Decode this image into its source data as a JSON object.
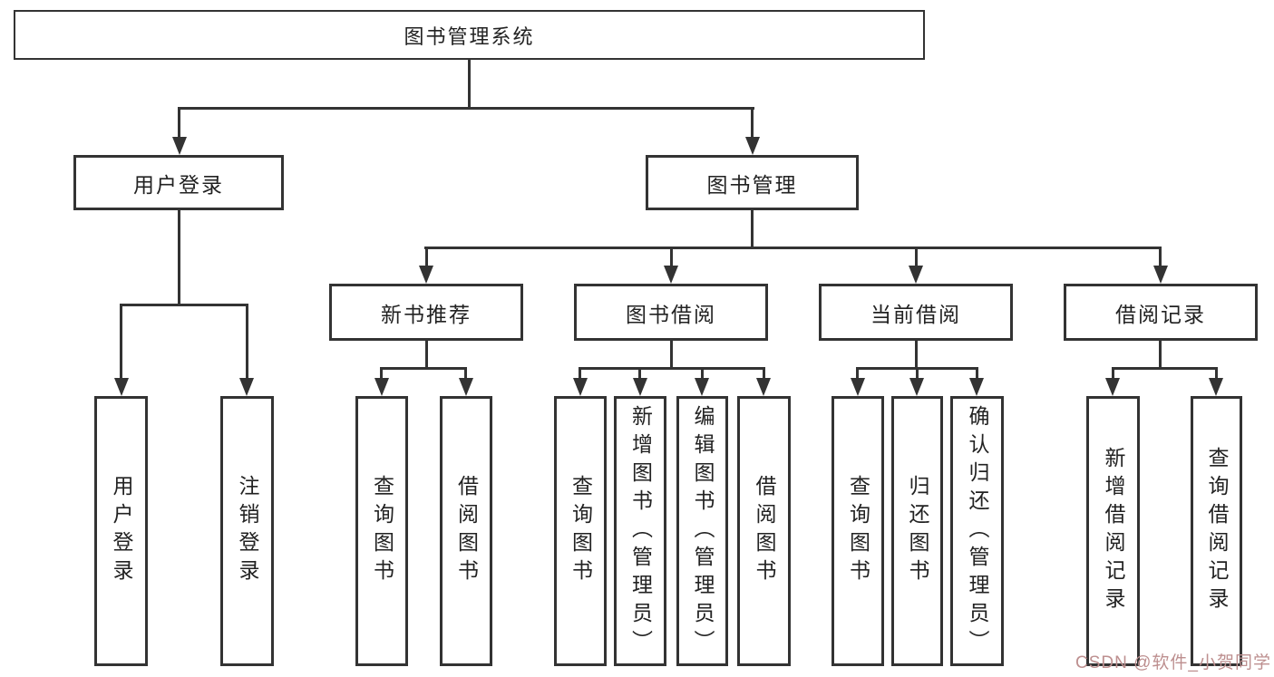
{
  "diagram": {
    "root": {
      "label": "图书管理系统"
    },
    "level1": [
      {
        "id": "user-login",
        "label": "用户登录",
        "children": [
          {
            "label": "用户登录"
          },
          {
            "label": "注销登录"
          }
        ]
      },
      {
        "id": "book-management",
        "label": "图书管理",
        "children": [
          {
            "id": "new-book-recommend",
            "label": "新书推荐",
            "children": [
              {
                "label": "查询图书"
              },
              {
                "label": "借阅图书"
              }
            ]
          },
          {
            "id": "book-borrowing",
            "label": "图书借阅",
            "children": [
              {
                "label": "查询图书"
              },
              {
                "label": "新增图书（管理员）"
              },
              {
                "label": "编辑图书（管理员）"
              },
              {
                "label": "借阅图书"
              }
            ]
          },
          {
            "id": "current-borrowing",
            "label": "当前借阅",
            "children": [
              {
                "label": "查询图书"
              },
              {
                "label": "归还图书"
              },
              {
                "label": "确认归还（管理员）"
              }
            ]
          },
          {
            "id": "borrowing-records",
            "label": "借阅记录",
            "children": [
              {
                "label": "新增借阅记录"
              },
              {
                "label": "查询借阅记录"
              }
            ]
          }
        ]
      }
    ]
  },
  "watermark": {
    "text": "CSDN @软件_小贺同学"
  },
  "colors": {
    "line": "#333333",
    "text": "#222222",
    "watermark": "#bd8f8f",
    "background": "#ffffff"
  }
}
